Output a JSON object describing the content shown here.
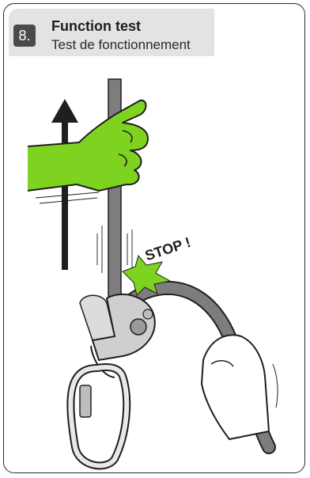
{
  "header": {
    "step_number": "8.",
    "title": "Function test",
    "subtitle": "Test de fonctionnement"
  },
  "illustration": {
    "stop_label": "STOP !"
  },
  "colors": {
    "hand_green": "#7ed321",
    "rope_grey": "#7d7d7d",
    "device_grey": "#cfcfcf",
    "outline": "#1f1f1f",
    "header_bg": "#e3e3e3"
  },
  "icons": [
    "up-arrow-icon",
    "hand-icon",
    "impact-burst-icon"
  ]
}
